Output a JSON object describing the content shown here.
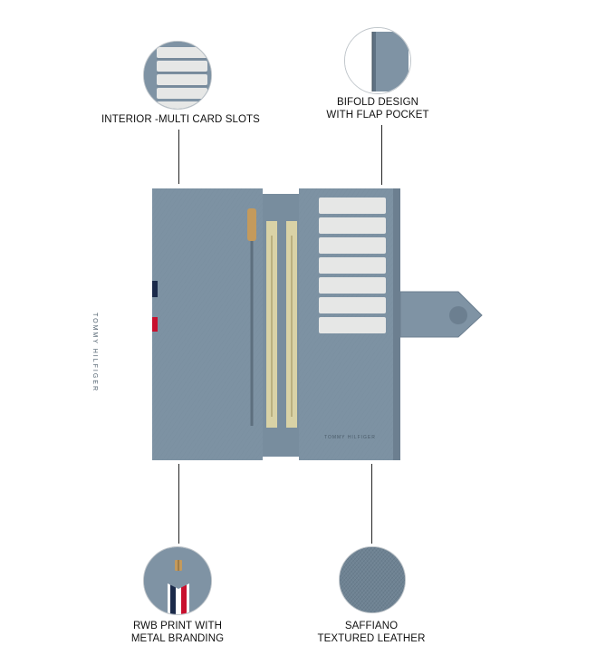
{
  "features": {
    "card_slots": {
      "line1": "INTERIOR -MULTI CARD SLOTS",
      "icon": "card-slots-icon"
    },
    "bifold": {
      "line1": "BIFOLD DESIGN",
      "line2": "WITH FLAP POCKET",
      "icon": "bifold-icon"
    },
    "rwb": {
      "line1": "RWB PRINT WITH",
      "line2": "METAL BRANDING",
      "icon": "rwb-branding-icon"
    },
    "saffiano": {
      "line1": "SAFFIANO",
      "line2": "TEXTURED LEATHER",
      "icon": "saffiano-texture-icon"
    }
  },
  "wallet": {
    "spine_brand": "TOMMY HILFIGER",
    "pocket_brand": "TOMMY HILFIGER",
    "card_slot_count": 7
  },
  "colors": {
    "leather": "#7f93a4",
    "leather_dark": "#6c7f90",
    "card": "#e6e7e6",
    "zipper_gold": "#c49a5c",
    "cash": "#d9d2a6",
    "stripe_red": "#c8102e",
    "stripe_navy": "#1b2a4a"
  }
}
